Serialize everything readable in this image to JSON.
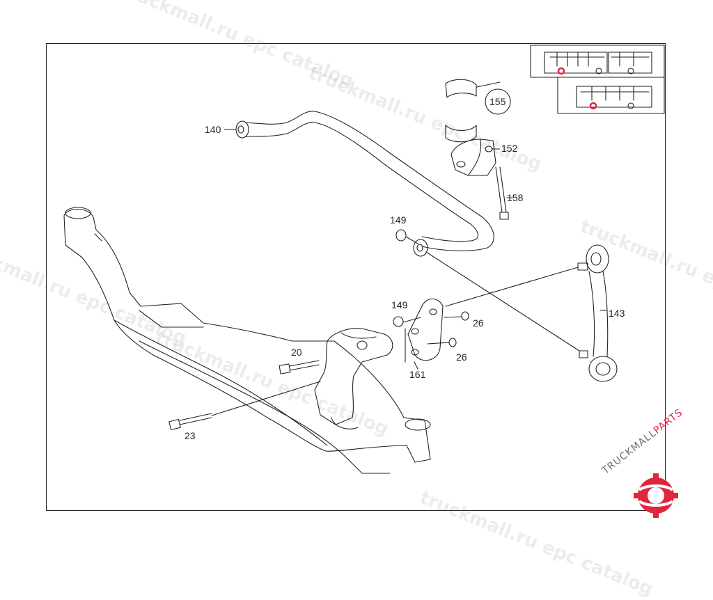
{
  "callouts": {
    "c140": "140",
    "c155": "155",
    "c152": "152",
    "c158": "158",
    "c149a": "149",
    "c149b": "149",
    "c143": "143",
    "c26a": "26",
    "c26b": "26",
    "c20": "20",
    "c161": "161",
    "c23": "23"
  },
  "watermarks": {
    "w1": "truckmall.ru epc catalog",
    "w2": "truckmall.ru epc catalog",
    "w3": "truckmall.ru epc catalog",
    "w4": "truckmall.ru epc catalog",
    "w5": "truckmall.ru epc catalog",
    "w6": "truckmall.ru epc catalog"
  },
  "logo": {
    "brand_part1": "TRUCKMALL",
    "brand_part2": "PARTS"
  },
  "colors": {
    "line": "#222222",
    "logo_red": "#e0263c",
    "logo_gray": "#6e6e6e"
  },
  "icons": {
    "articulated_bus": "articulated-bus-icon",
    "bus": "bus-icon"
  }
}
